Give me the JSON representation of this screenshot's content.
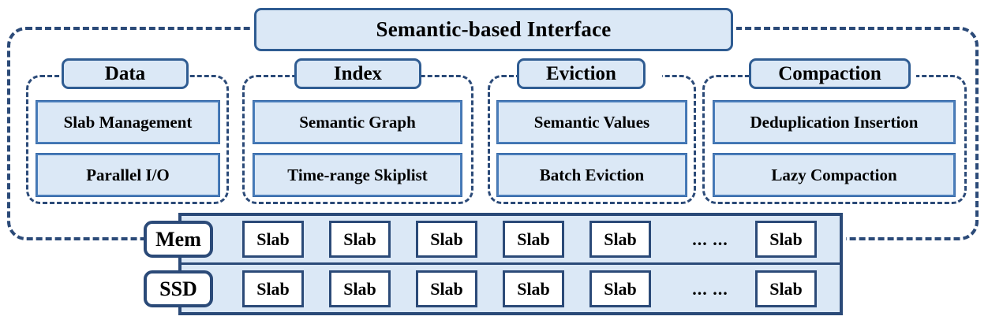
{
  "diagram": {
    "title": "Semantic-based Interface",
    "interface_bar": {
      "label": "Semantic-based Interface"
    },
    "columns": [
      {
        "header": "Data",
        "items": [
          "Slab Management",
          "Parallel I/O"
        ]
      },
      {
        "header": "Index",
        "items": [
          "Semantic Graph",
          "Time-range Skiplist"
        ]
      },
      {
        "header": "Eviction",
        "items": [
          "Semantic Values",
          "Batch Eviction"
        ]
      },
      {
        "header": "Compaction",
        "items": [
          "Deduplication Insertion",
          "Lazy Compaction"
        ]
      }
    ],
    "storage": {
      "tiers": [
        {
          "label": "Mem",
          "slabs": [
            "Slab",
            "Slab",
            "Slab",
            "Slab",
            "Slab"
          ],
          "ellipsis": "... ...",
          "last_slab": "Slab"
        },
        {
          "label": "SSD",
          "slabs": [
            "Slab",
            "Slab",
            "Slab",
            "Slab",
            "Slab"
          ],
          "ellipsis": "... ...",
          "last_slab": "Slab"
        }
      ]
    },
    "colors": {
      "box_fill": "#dbe8f6",
      "box_border": "#4a7ebb",
      "accent_border": "#2f5c92",
      "dashed_border": "#2b4a78",
      "slab_fill": "#ffffff",
      "text": "#000000"
    }
  }
}
